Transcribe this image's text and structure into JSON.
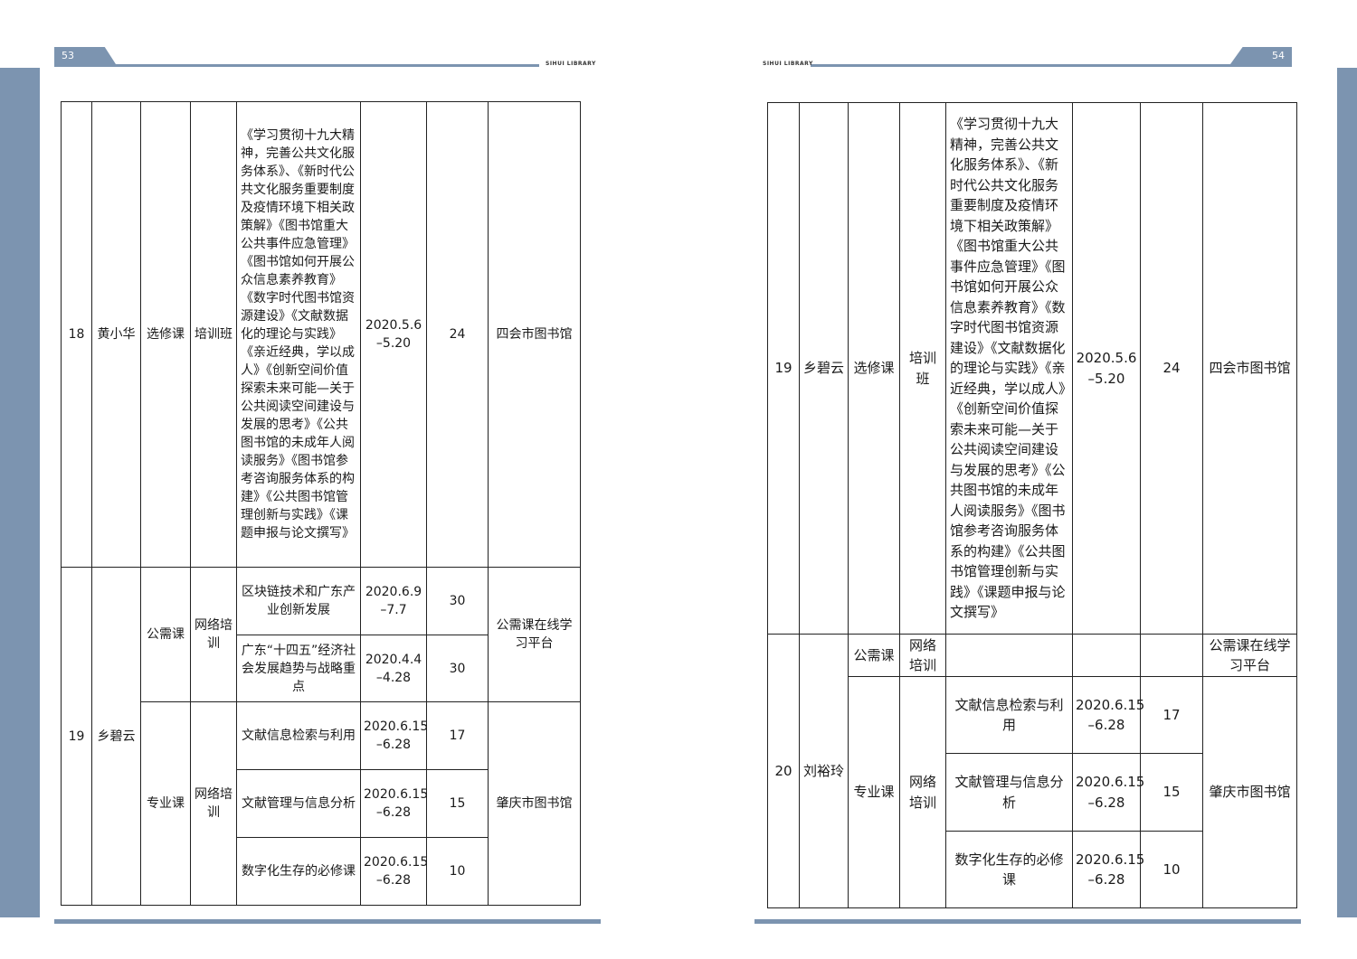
{
  "header": {
    "left_page_number": "53",
    "right_page_number": "54",
    "library_label": "SIHUI LIBRARY"
  },
  "left_table": {
    "row18": {
      "no": "18",
      "name": "黄小华",
      "category": "选修课",
      "type": "培训班",
      "course": "《学习贯彻十九大精神，完善公共文化服务体系》、《新时代公共文化服务重要制度及疫情环境下相关政策解》《图书馆重大公共事件应急管理》《图书馆如何开展公众信息素养教育》《数字时代图书馆资源建设》《文献数据化的理论与实践》《亲近经典，学以成人》《创新空间价值探索未来可能—关于公共阅读空间建设与发展的思考》《公共图书馆的未成年人阅读服务》《图书馆参考咨询服务体系的构建》《公共图书馆管理创新与实践》《课题申报与论文撰写》",
      "date": "2020.5.6 –5.20",
      "hours": "24",
      "org": "四会市图书馆"
    },
    "row19": {
      "no": "19",
      "name": "乡碧云",
      "public": {
        "category": "公需课",
        "type": "网络培训",
        "org": "公需课在线学习平台",
        "courses": [
          {
            "course": "区块链技术和广东产业创新发展",
            "date": "2020.6.9 –7.7",
            "hours": "30"
          },
          {
            "course": "广东“十四五”经济社会发展趋势与战略重点",
            "date": "2020.4.4 –4.28",
            "hours": "30"
          }
        ]
      },
      "pro": {
        "category": "专业课",
        "type": "网络培训",
        "org": "肇庆市图书馆",
        "courses": [
          {
            "course": "文献信息检索与利用",
            "date": "2020.6.15 –6.28",
            "hours": "17"
          },
          {
            "course": "文献管理与信息分析",
            "date": "2020.6.15 –6.28",
            "hours": "15"
          },
          {
            "course": "数字化生存的必修课",
            "date": "2020.6.15 –6.28",
            "hours": "10"
          }
        ]
      }
    }
  },
  "right_table": {
    "row19": {
      "no": "19",
      "name": "乡碧云",
      "category": "选修课",
      "type": "培训班",
      "course": "《学习贯彻十九大精神，完善公共文化服务体系》、《新时代公共文化服务重要制度及疫情环境下相关政策解》《图书馆重大公共事件应急管理》《图书馆如何开展公众信息素养教育》《数字时代图书馆资源建设》《文献数据化的理论与实践》《亲近经典，学以成人》《创新空间价值探索未来可能—关于公共阅读空间建设与发展的思考》《公共图书馆的未成年人阅读服务》《图书馆参考咨询服务体系的构建》《公共图书馆管理创新与实践》《课题申报与论文撰写》",
      "date": "2020.5.6 –5.20",
      "hours": "24",
      "org": "四会市图书馆"
    },
    "row20": {
      "no": "20",
      "name": "刘裕玲",
      "public": {
        "category": "公需课",
        "type": "网络培训",
        "org": "公需课在线学习平台"
      },
      "pro": {
        "category": "专业课",
        "type": "网络培训",
        "org": "肇庆市图书馆",
        "courses": [
          {
            "course": "文献信息检索与利用",
            "date": "2020.6.15 –6.28",
            "hours": "17"
          },
          {
            "course": "文献管理与信息分析",
            "date": "2020.6.15 –6.28",
            "hours": "15"
          },
          {
            "course": "数字化生存的必修课",
            "date": "2020.6.15 –6.28",
            "hours": "10"
          }
        ]
      }
    }
  }
}
